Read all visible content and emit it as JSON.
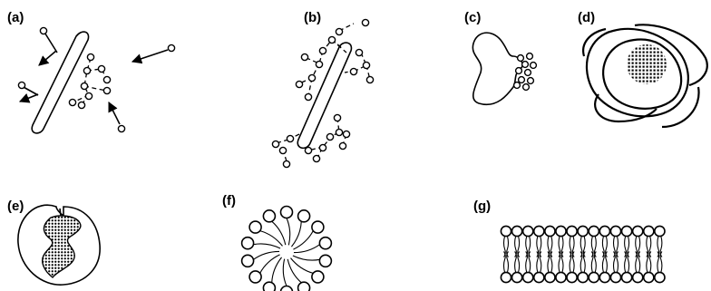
{
  "panels": [
    {
      "id": "a",
      "label": "(a)"
    },
    {
      "id": "b",
      "label": "(b)"
    },
    {
      "id": "c",
      "label": "(c)"
    },
    {
      "id": "d",
      "label": "(d)"
    },
    {
      "id": "e",
      "label": "(e)"
    },
    {
      "id": "f",
      "label": "(f)"
    },
    {
      "id": "g",
      "label": "(g)"
    }
  ],
  "colors": {
    "ink": "#000000",
    "background": "#ffffff"
  }
}
